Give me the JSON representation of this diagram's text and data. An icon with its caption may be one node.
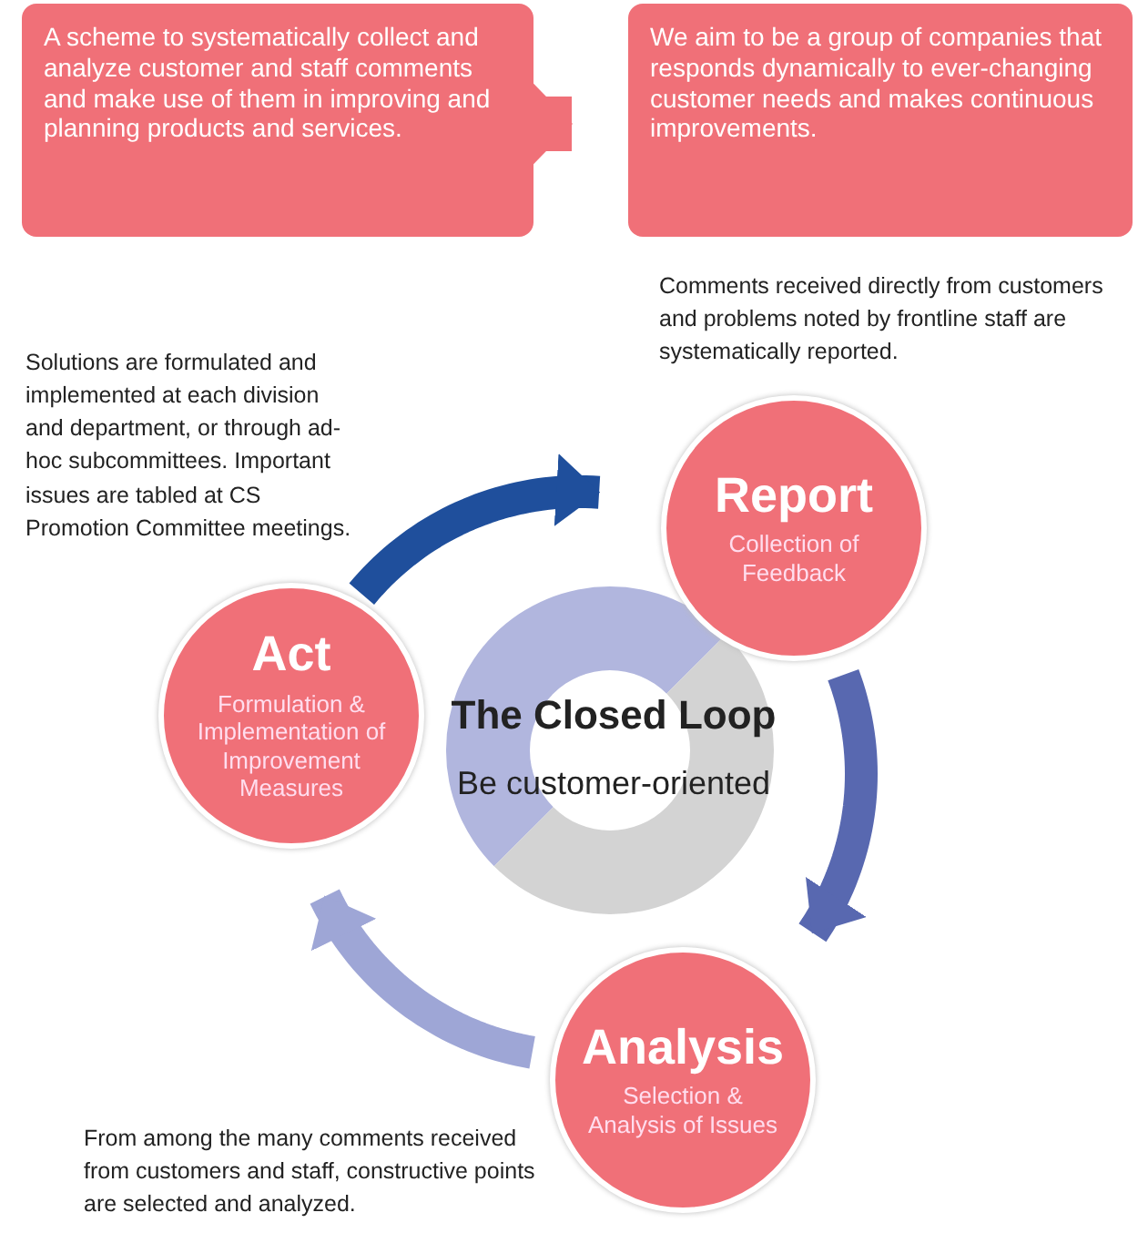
{
  "diagram": {
    "nodes": [
      {
        "text": [
          "A scheme to systematically collect and analyze customer and staff comments and make use of them in improving and planning products and services."
        ]
      },
      {
        "text": [
          "We aim to be a group of companies that responds dynamically to ever-changing customer needs and makes continuous improvements."
        ]
      },
      {
        "text": [
          "Report",
          "Collection of Feedback"
        ],
        "beside": [
          "Comments received directly from customers and problems noted by frontline staff are systematically reported."
        ]
      },
      {
        "text": [
          "Analysis",
          "Selection & Analysis of Issues"
        ],
        "beside": [
          "From among the many comments received from customers and staff, constructive points are selected and analyzed."
        ]
      },
      {
        "text": [
          "Act",
          "Formulation & Implementation of Improvement Measures"
        ],
        "beside": [
          "Solutions are formulated and implemented at each division and department, or through ad-hoc subcommittees. Important issues are tabled at CS Promotion Committee meetings."
        ]
      },
      {
        "text": [
          "The Closed Loop",
          "Be customer-oriented"
        ]
      }
    ],
    "edges": [
      {
        "from": 0,
        "to": 1,
        "arrow": "to"
      },
      {
        "from": 4,
        "to": 2,
        "arrow": "to",
        "color": "#1f4f9c"
      },
      {
        "from": 2,
        "to": 3,
        "arrow": "to",
        "color": "#5868b0"
      },
      {
        "from": 3,
        "to": 4,
        "arrow": "to",
        "color": "#9ea6d6"
      }
    ]
  }
}
